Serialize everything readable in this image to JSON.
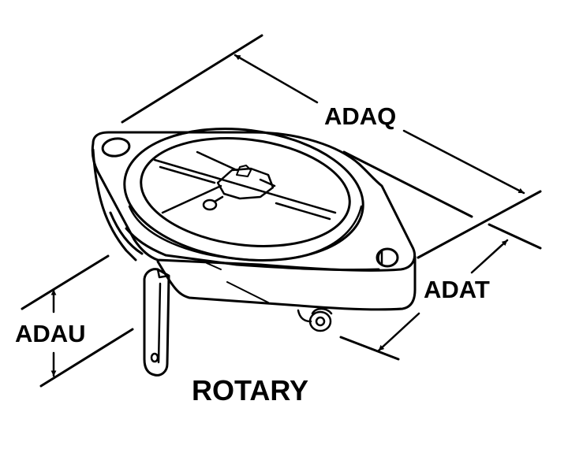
{
  "title": "ROTARY",
  "dimensions": {
    "length": "ADAQ",
    "width": "ADAT",
    "height": "ADAU"
  },
  "colors": {
    "ink": "#000000",
    "paper": "#ffffff"
  }
}
